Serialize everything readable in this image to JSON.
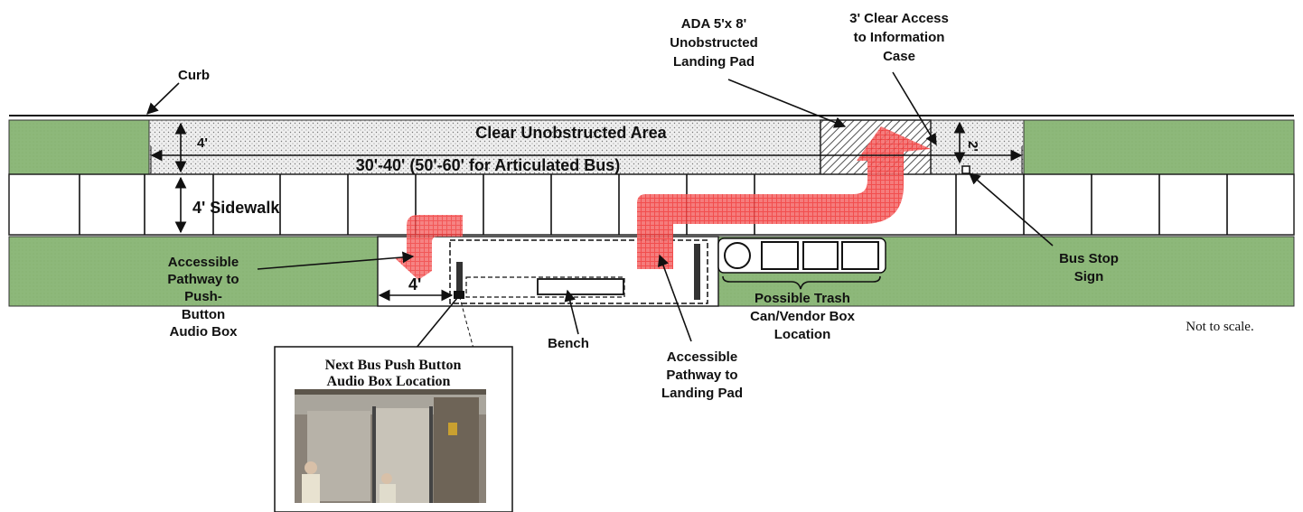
{
  "labels": {
    "curb": "Curb",
    "ada_pad": [
      "ADA 5'x 8'",
      "Unobstructed",
      "Landing Pad"
    ],
    "clear_access": [
      "3' Clear Access",
      "to Information",
      "Case"
    ],
    "clear_area": "Clear Unobstructed Area",
    "four_ft_top": "4'",
    "span": "30'-40' (50'-60' for Articulated Bus)",
    "two_ft": "2'",
    "sidewalk": "4' Sidewalk",
    "pathway_push": [
      "Accessible",
      "Pathway to",
      "Push-",
      "Button",
      "Audio Box"
    ],
    "four_ft_bottom": "4'",
    "bench": "Bench",
    "pathway_landing": [
      "Accessible",
      "Pathway to",
      "Landing Pad"
    ],
    "trash": [
      "Possible Trash",
      "Can/Vendor Box",
      "Location"
    ],
    "bus_stop_sign": [
      "Bus Stop",
      "Sign"
    ],
    "not_to_scale": "Not to scale.",
    "inset_title": [
      "Next Bus Push Button",
      "Audio Box Location"
    ]
  },
  "colors": {
    "grass": "#8db87a",
    "pathway_red": "#f03a3a",
    "clear_area_fill": "#ececec",
    "hatch": "#555555"
  }
}
